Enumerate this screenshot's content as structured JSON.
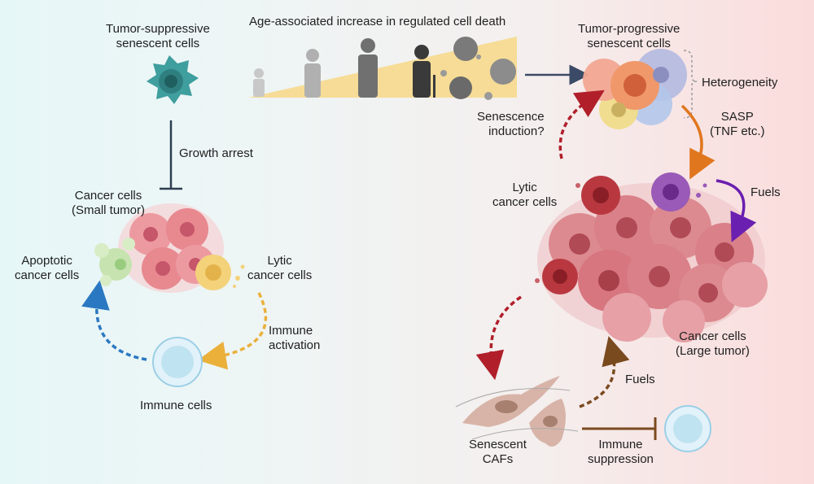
{
  "labels": {
    "tumor_suppressive": [
      "Tumor-suppressive",
      "senescent cells"
    ],
    "age_increase": "Age-associated increase in regulated cell death",
    "tumor_progressive": [
      "Tumor-progressive",
      "senescent cells"
    ],
    "heterogeneity": "Heterogeneity",
    "sasp": [
      "SASP",
      "(TNF etc.)"
    ],
    "senescence_induction": [
      "Senescence",
      "induction?"
    ],
    "growth_arrest": "Growth arrest",
    "cancer_small": [
      "Cancer cells",
      "(Small tumor)"
    ],
    "lytic_right": [
      "Lytic",
      "cancer cells"
    ],
    "fuels_top": "Fuels",
    "apoptotic": [
      "Apoptotic",
      "cancer cells"
    ],
    "lytic_left": [
      "Lytic",
      "cancer cells"
    ],
    "immune_activation": [
      "Immune",
      "activation"
    ],
    "immune_cells": "Immune cells",
    "cancer_large": [
      "Cancer cells",
      "(Large tumor)"
    ],
    "fuels_bottom": "Fuels",
    "senescent_cafs": [
      "Senescent",
      "CAFs"
    ],
    "immune_suppression": [
      "Immune",
      "suppression"
    ]
  },
  "colors": {
    "teal_cell": "#3f9e9e",
    "tumor_pink": "#e89aa0",
    "tumor_red": "#b84a52",
    "lytic_yellow": "#f4d27a",
    "apoptotic_green": "#c6e3b0",
    "immune_blue": "#bfe3f0",
    "arrow_red": "#b01f2a",
    "arrow_orange": "#e0761e",
    "arrow_purple": "#6a1fb0",
    "arrow_blue": "#2b78c2",
    "arrow_yellow": "#eab03a",
    "arrow_brown": "#7a4a1f",
    "wedge": "#f6dc96"
  }
}
